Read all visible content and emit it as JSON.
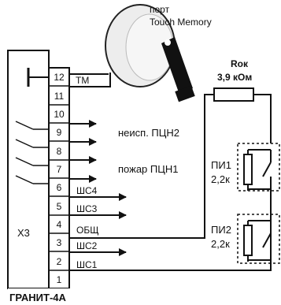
{
  "port_label_line1": "порт",
  "port_label_line2": "Touch Memory",
  "resistor_label": "Rок",
  "resistor_value": "3,9 кОм",
  "tm_label": "ТМ",
  "terminal_numbers": [
    "12",
    "11",
    "10",
    "9",
    "8",
    "7",
    "6",
    "5",
    "4",
    "3",
    "2",
    "1"
  ],
  "unused_label": "неисп. ПЦН2",
  "fire_label": "пожар ПЦН1",
  "shs4": "ШС4",
  "shs3": "ШС3",
  "common": "ОБЩ",
  "shs2": "ШС2",
  "shs1": "ШС1",
  "x3": "Х3",
  "device_name": "ГРАНИТ-4А",
  "pi1_name": "ПИ1",
  "pi1_value": "2,2к",
  "pi2_name": "ПИ2",
  "pi2_value": "2,2к"
}
